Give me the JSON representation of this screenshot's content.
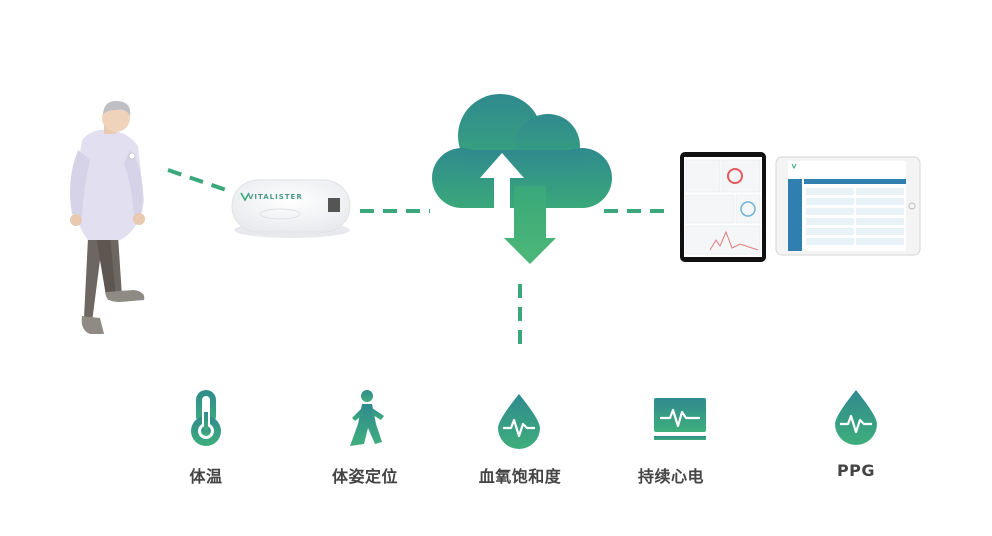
{
  "device": {
    "brand": "VITALISTER"
  },
  "metrics": [
    {
      "label": "体温",
      "icon": "thermometer-icon"
    },
    {
      "label": "体姿定位",
      "icon": "walking-person-icon"
    },
    {
      "label": "血氧饱和度",
      "icon": "blood-drop-pulse-icon"
    },
    {
      "label": "持续心电",
      "icon": "ecg-monitor-icon"
    },
    {
      "label": "PPG",
      "icon": "ppg-drop-icon"
    }
  ],
  "colors": {
    "accent": "#3aa87a",
    "cloud_top": "#2f8a8e",
    "cloud_bottom": "#3aa87a",
    "dash": "#3aa87a"
  }
}
